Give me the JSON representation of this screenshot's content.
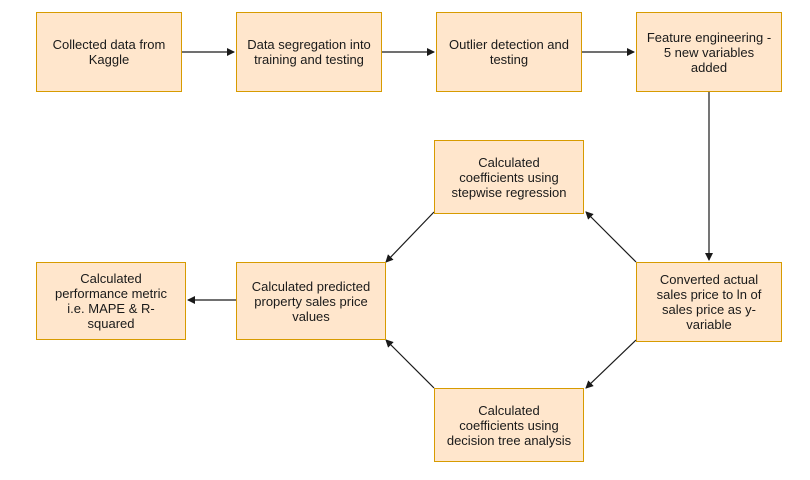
{
  "colors": {
    "box_fill": "#ffe6cc",
    "box_border": "#d79b00",
    "arrow": "#1a1a1a"
  },
  "nodes": {
    "collected": {
      "lines": [
        "Collected data from",
        "Kaggle"
      ]
    },
    "segregation": {
      "lines": [
        "Data segregation into",
        "training and testing"
      ]
    },
    "outlier": {
      "lines": [
        "Outlier detection and",
        "testing"
      ]
    },
    "feature": {
      "lines": [
        "Feature engineering -",
        "5 new variables",
        "added"
      ]
    },
    "stepwise": {
      "lines": [
        "Calculated",
        "coefficients using",
        "stepwise regression"
      ]
    },
    "converted": {
      "lines": [
        "Converted actual",
        "sales price to ln of",
        "sales price as y-",
        "variable"
      ]
    },
    "predicted": {
      "lines": [
        "Calculated predicted",
        "property sales price",
        "values"
      ]
    },
    "performance": {
      "lines": [
        "Calculated",
        "performance metric",
        "i.e. MAPE & R-",
        "squared"
      ]
    },
    "decision": {
      "lines": [
        "Calculated",
        "coefficients using",
        "decision tree analysis"
      ]
    }
  },
  "edges": [
    {
      "from": "collected",
      "to": "segregation"
    },
    {
      "from": "segregation",
      "to": "outlier"
    },
    {
      "from": "outlier",
      "to": "feature"
    },
    {
      "from": "feature",
      "to": "converted"
    },
    {
      "from": "converted",
      "to": "stepwise"
    },
    {
      "from": "converted",
      "to": "decision"
    },
    {
      "from": "stepwise",
      "to": "predicted"
    },
    {
      "from": "decision",
      "to": "predicted"
    },
    {
      "from": "predicted",
      "to": "performance"
    }
  ]
}
